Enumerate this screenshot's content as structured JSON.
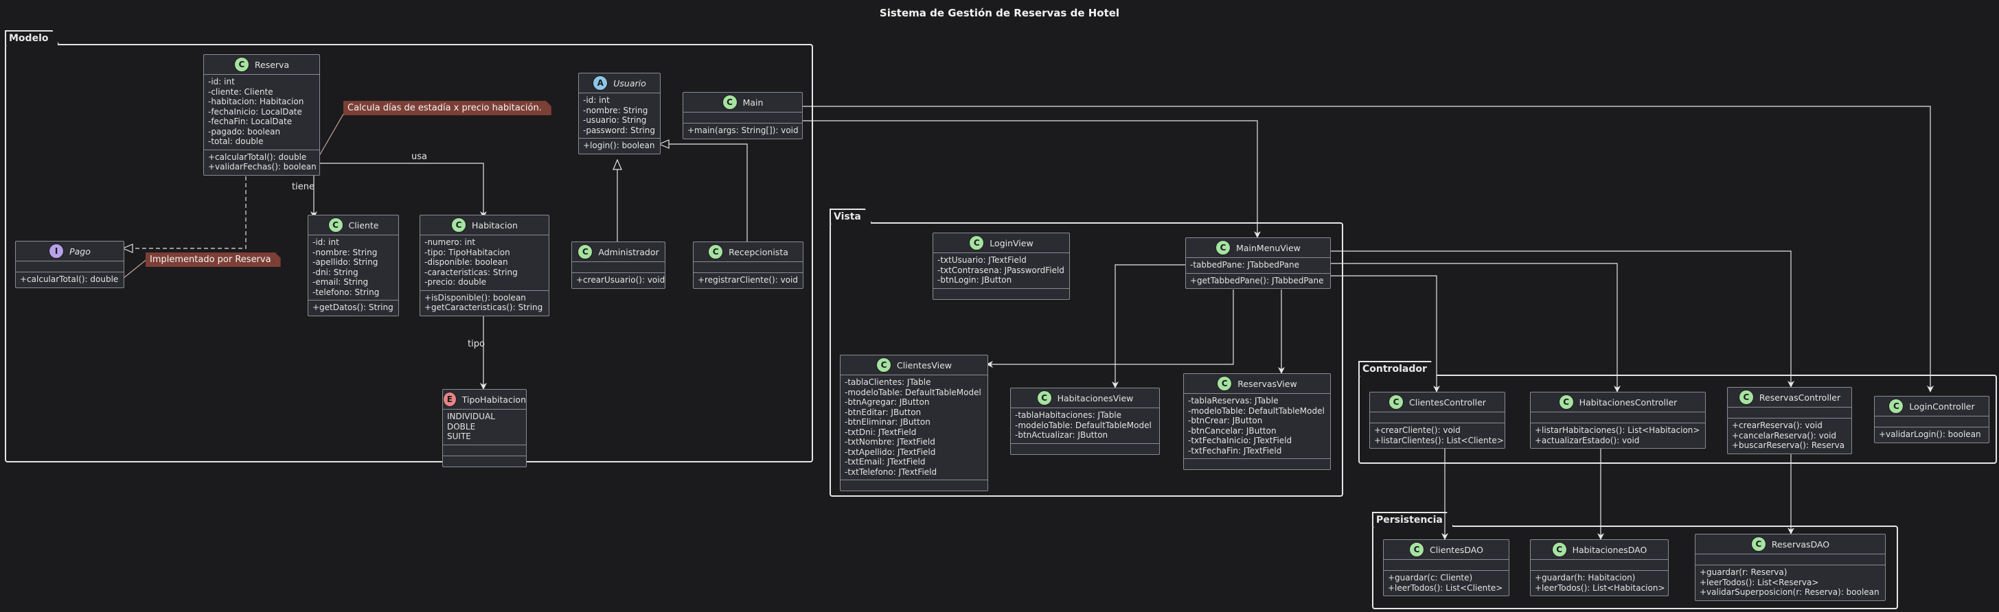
{
  "title": "Sistema de Gestión de Reservas de Hotel",
  "packages": {
    "modelo": "Modelo",
    "vista": "Vista",
    "controlador": "Controlador",
    "persistencia": "Persistencia"
  },
  "colors": {
    "class_stereo": "#a6e3a1",
    "abstract_stereo": "#8dc7e8",
    "interface_stereo": "#b7a1e8",
    "enum_stereo": "#e88484",
    "note_bg": "#7c3f36",
    "background": "#1b1b1d"
  },
  "classes": {
    "reserva": {
      "name": "Reserva",
      "stereo": "C",
      "fields": [
        "-id: int",
        "-cliente: Cliente",
        "-habitacion: Habitacion",
        "-fechaInicio: LocalDate",
        "-fechaFin: LocalDate",
        "-pagado: boolean",
        "-total: double"
      ],
      "methods": [
        "+calcularTotal(): double",
        "+validarFechas(): boolean"
      ]
    },
    "usuario": {
      "name": "Usuario",
      "stereo": "A",
      "fields": [
        "-id: int",
        "-nombre: String",
        "-usuario: String",
        "-password: String"
      ],
      "methods": [
        "+login(): boolean"
      ]
    },
    "main": {
      "name": "Main",
      "stereo": "C",
      "fields": [],
      "methods": [
        "+main(args: String[]): void"
      ]
    },
    "pago": {
      "name": "Pago",
      "stereo": "I",
      "fields": [],
      "methods": [
        "+calcularTotal(): double"
      ]
    },
    "cliente": {
      "name": "Cliente",
      "stereo": "C",
      "fields": [
        "-id: int",
        "-nombre: String",
        "-apellido: String",
        "-dni: String",
        "-email: String",
        "-telefono: String"
      ],
      "methods": [
        "+getDatos(): String"
      ]
    },
    "habitacion": {
      "name": "Habitacion",
      "stereo": "C",
      "fields": [
        "-numero: int",
        "-tipo: TipoHabitacion",
        "-disponible: boolean",
        "-caracteristicas: String",
        "-precio: double"
      ],
      "methods": [
        "+isDisponible(): boolean",
        "+getCaracteristicas(): String"
      ]
    },
    "administrador": {
      "name": "Administrador",
      "stereo": "C",
      "fields": [],
      "methods": [
        "+crearUsuario(): void"
      ]
    },
    "recepcionista": {
      "name": "Recepcionista",
      "stereo": "C",
      "fields": [],
      "methods": [
        "+registrarCliente(): void"
      ]
    },
    "tipohabitacion": {
      "name": "TipoHabitacion",
      "stereo": "E",
      "fields": [
        "INDIVIDUAL",
        "DOBLE",
        "SUITE"
      ],
      "methods": []
    },
    "loginview": {
      "name": "LoginView",
      "stereo": "C",
      "fields": [
        "-txtUsuario: JTextField",
        "-txtContrasena: JPasswordField",
        "-btnLogin: JButton"
      ],
      "methods": []
    },
    "mainmenuview": {
      "name": "MainMenuView",
      "stereo": "C",
      "fields": [
        "-tabbedPane: JTabbedPane"
      ],
      "methods": [
        "+getTabbedPane(): JTabbedPane"
      ]
    },
    "clientesview": {
      "name": "ClientesView",
      "stereo": "C",
      "fields": [
        "-tablaClientes: JTable",
        "-modeloTable: DefaultTableModel",
        "-btnAgregar: JButton",
        "-btnEditar: JButton",
        "-btnEliminar: JButton",
        "-txtDni: JTextField",
        "-txtNombre: JTextField",
        "-txtApellido: JTextField",
        "-txtEmail: JTextField",
        "-txtTelefono: JTextField"
      ],
      "methods": []
    },
    "habitacionesview": {
      "name": "HabitacionesView",
      "stereo": "C",
      "fields": [
        "-tablaHabitaciones: JTable",
        "-modeloTable: DefaultTableModel",
        "-btnActualizar: JButton"
      ],
      "methods": []
    },
    "reservasview": {
      "name": "ReservasView",
      "stereo": "C",
      "fields": [
        "-tablaReservas: JTable",
        "-modeloTable: DefaultTableModel",
        "-btnCrear: JButton",
        "-btnCancelar: JButton",
        "-txtFechaInicio: JTextField",
        "-txtFechaFin: JTextField"
      ],
      "methods": []
    },
    "clientescontroller": {
      "name": "ClientesController",
      "stereo": "C",
      "fields": [],
      "methods": [
        "+crearCliente(): void",
        "+listarClientes(): List<Cliente>"
      ]
    },
    "habitacionescontroller": {
      "name": "HabitacionesController",
      "stereo": "C",
      "fields": [],
      "methods": [
        "+listarHabitaciones(): List<Habitacion>",
        "+actualizarEstado(): void"
      ]
    },
    "reservascontroller": {
      "name": "ReservasController",
      "stereo": "C",
      "fields": [],
      "methods": [
        "+crearReserva(): void",
        "+cancelarReserva(): void",
        "+buscarReserva(): Reserva"
      ]
    },
    "logincontroller": {
      "name": "LoginController",
      "stereo": "C",
      "fields": [],
      "methods": [
        "+validarLogin(): boolean"
      ]
    },
    "clientesdao": {
      "name": "ClientesDAO",
      "stereo": "C",
      "fields": [],
      "methods": [
        "+guardar(c: Cliente)",
        "+leerTodos(): List<Cliente>"
      ]
    },
    "habitacionesdao": {
      "name": "HabitacionesDAO",
      "stereo": "C",
      "fields": [],
      "methods": [
        "+guardar(h: Habitacion)",
        "+leerTodos(): List<Habitacion>"
      ]
    },
    "reservasdao": {
      "name": "ReservasDAO",
      "stereo": "C",
      "fields": [],
      "methods": [
        "+guardar(r: Reserva)",
        "+leerTodos(): List<Reserva>",
        "+validarSuperposicion(r: Reserva): boolean"
      ]
    }
  },
  "notes": {
    "reserva_note": "Calcula días de estadía x precio habitación.",
    "pago_note": "Implementado por Reserva"
  },
  "link_labels": {
    "usa": "usa",
    "tiene": "tiene",
    "tipo": "tipo"
  }
}
